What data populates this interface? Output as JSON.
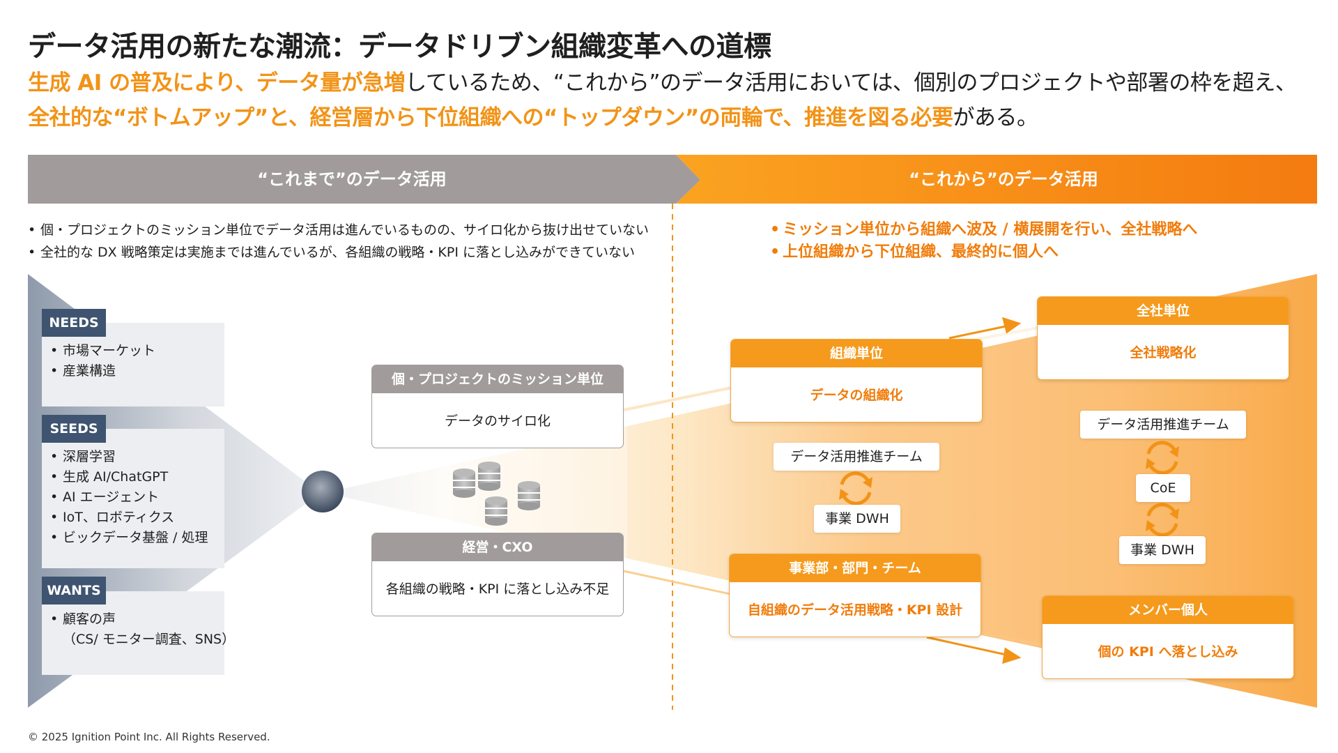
{
  "title": "データ活用の新たな潮流：データドリブン組織変革への道標",
  "subtitle": {
    "line1_hl_a": "生成 AI の普及により、データ量が急増",
    "line1_rest": "しているため、“これから”のデータ活用においては、個別のプロジェクトや部署の枠を超え、",
    "line2_hl": "全社的な“ボトムアップ”と、経営層から下位組織への“トップダウン”の両輪で、推進を図る必要",
    "line2_rest": "がある。"
  },
  "banner": {
    "left": "“これまで”のデータ活用",
    "right": "“これから”のデータ活用"
  },
  "left_bullets": [
    "個・プロジェクトのミッション単位でデータ活用は進んでいるものの、サイロ化から抜け出せていない",
    "全社的な DX 戦略策定は実施までは進んでいるが、各組織の戦略・KPI に落とし込みができていない"
  ],
  "right_bullets": [
    "ミッション単位から組織へ波及 / 横展開を行い、全社戦略へ",
    "上位組織から下位組織、最終的に個人へ"
  ],
  "needs": {
    "tag": "NEEDS",
    "items": [
      "市場マーケット",
      "産業構造"
    ]
  },
  "seeds": {
    "tag": "SEEDS",
    "items": [
      "深層学習",
      "生成 AI/ChatGPT",
      "AI エージェント",
      "IoT、ロボティクス",
      "ビックデータ基盤 / 処理"
    ]
  },
  "wants": {
    "tag": "WANTS",
    "items": [
      "顧客の声",
      "（CS/ モニター調査、SNS）"
    ]
  },
  "old_cards": {
    "mission": {
      "header": "個・プロジェクトのミッション単位",
      "body": "データのサイロ化"
    },
    "exec": {
      "header": "経営・CXO",
      "body": "各組織の戦略・KPI に落とし込み不足"
    }
  },
  "new_cards": {
    "org": {
      "header": "組織単位",
      "body": "データの組織化"
    },
    "company": {
      "header": "全社単位",
      "body": "全社戦略化"
    },
    "division": {
      "header": "事業部・部門・チーム",
      "body": "自組織のデータ活用戦略・KPI 設計"
    },
    "member": {
      "header": "メンバー個人",
      "body": "個の KPI へ落とし込み"
    }
  },
  "chips": {
    "team_mid": "データ活用推進チーム",
    "dwh_mid": "事業 DWH",
    "team_right": "データ活用推進チーム",
    "coe": "CoE",
    "dwh_right": "事業 DWH"
  },
  "footer": "© 2025 Ignition Point Inc. All Rights Reserved.",
  "colors": {
    "orange": "#f29317",
    "orange_dark": "#f07c0a",
    "gray_banner": "#a19b9b",
    "navy_tag": "#3e5470"
  }
}
